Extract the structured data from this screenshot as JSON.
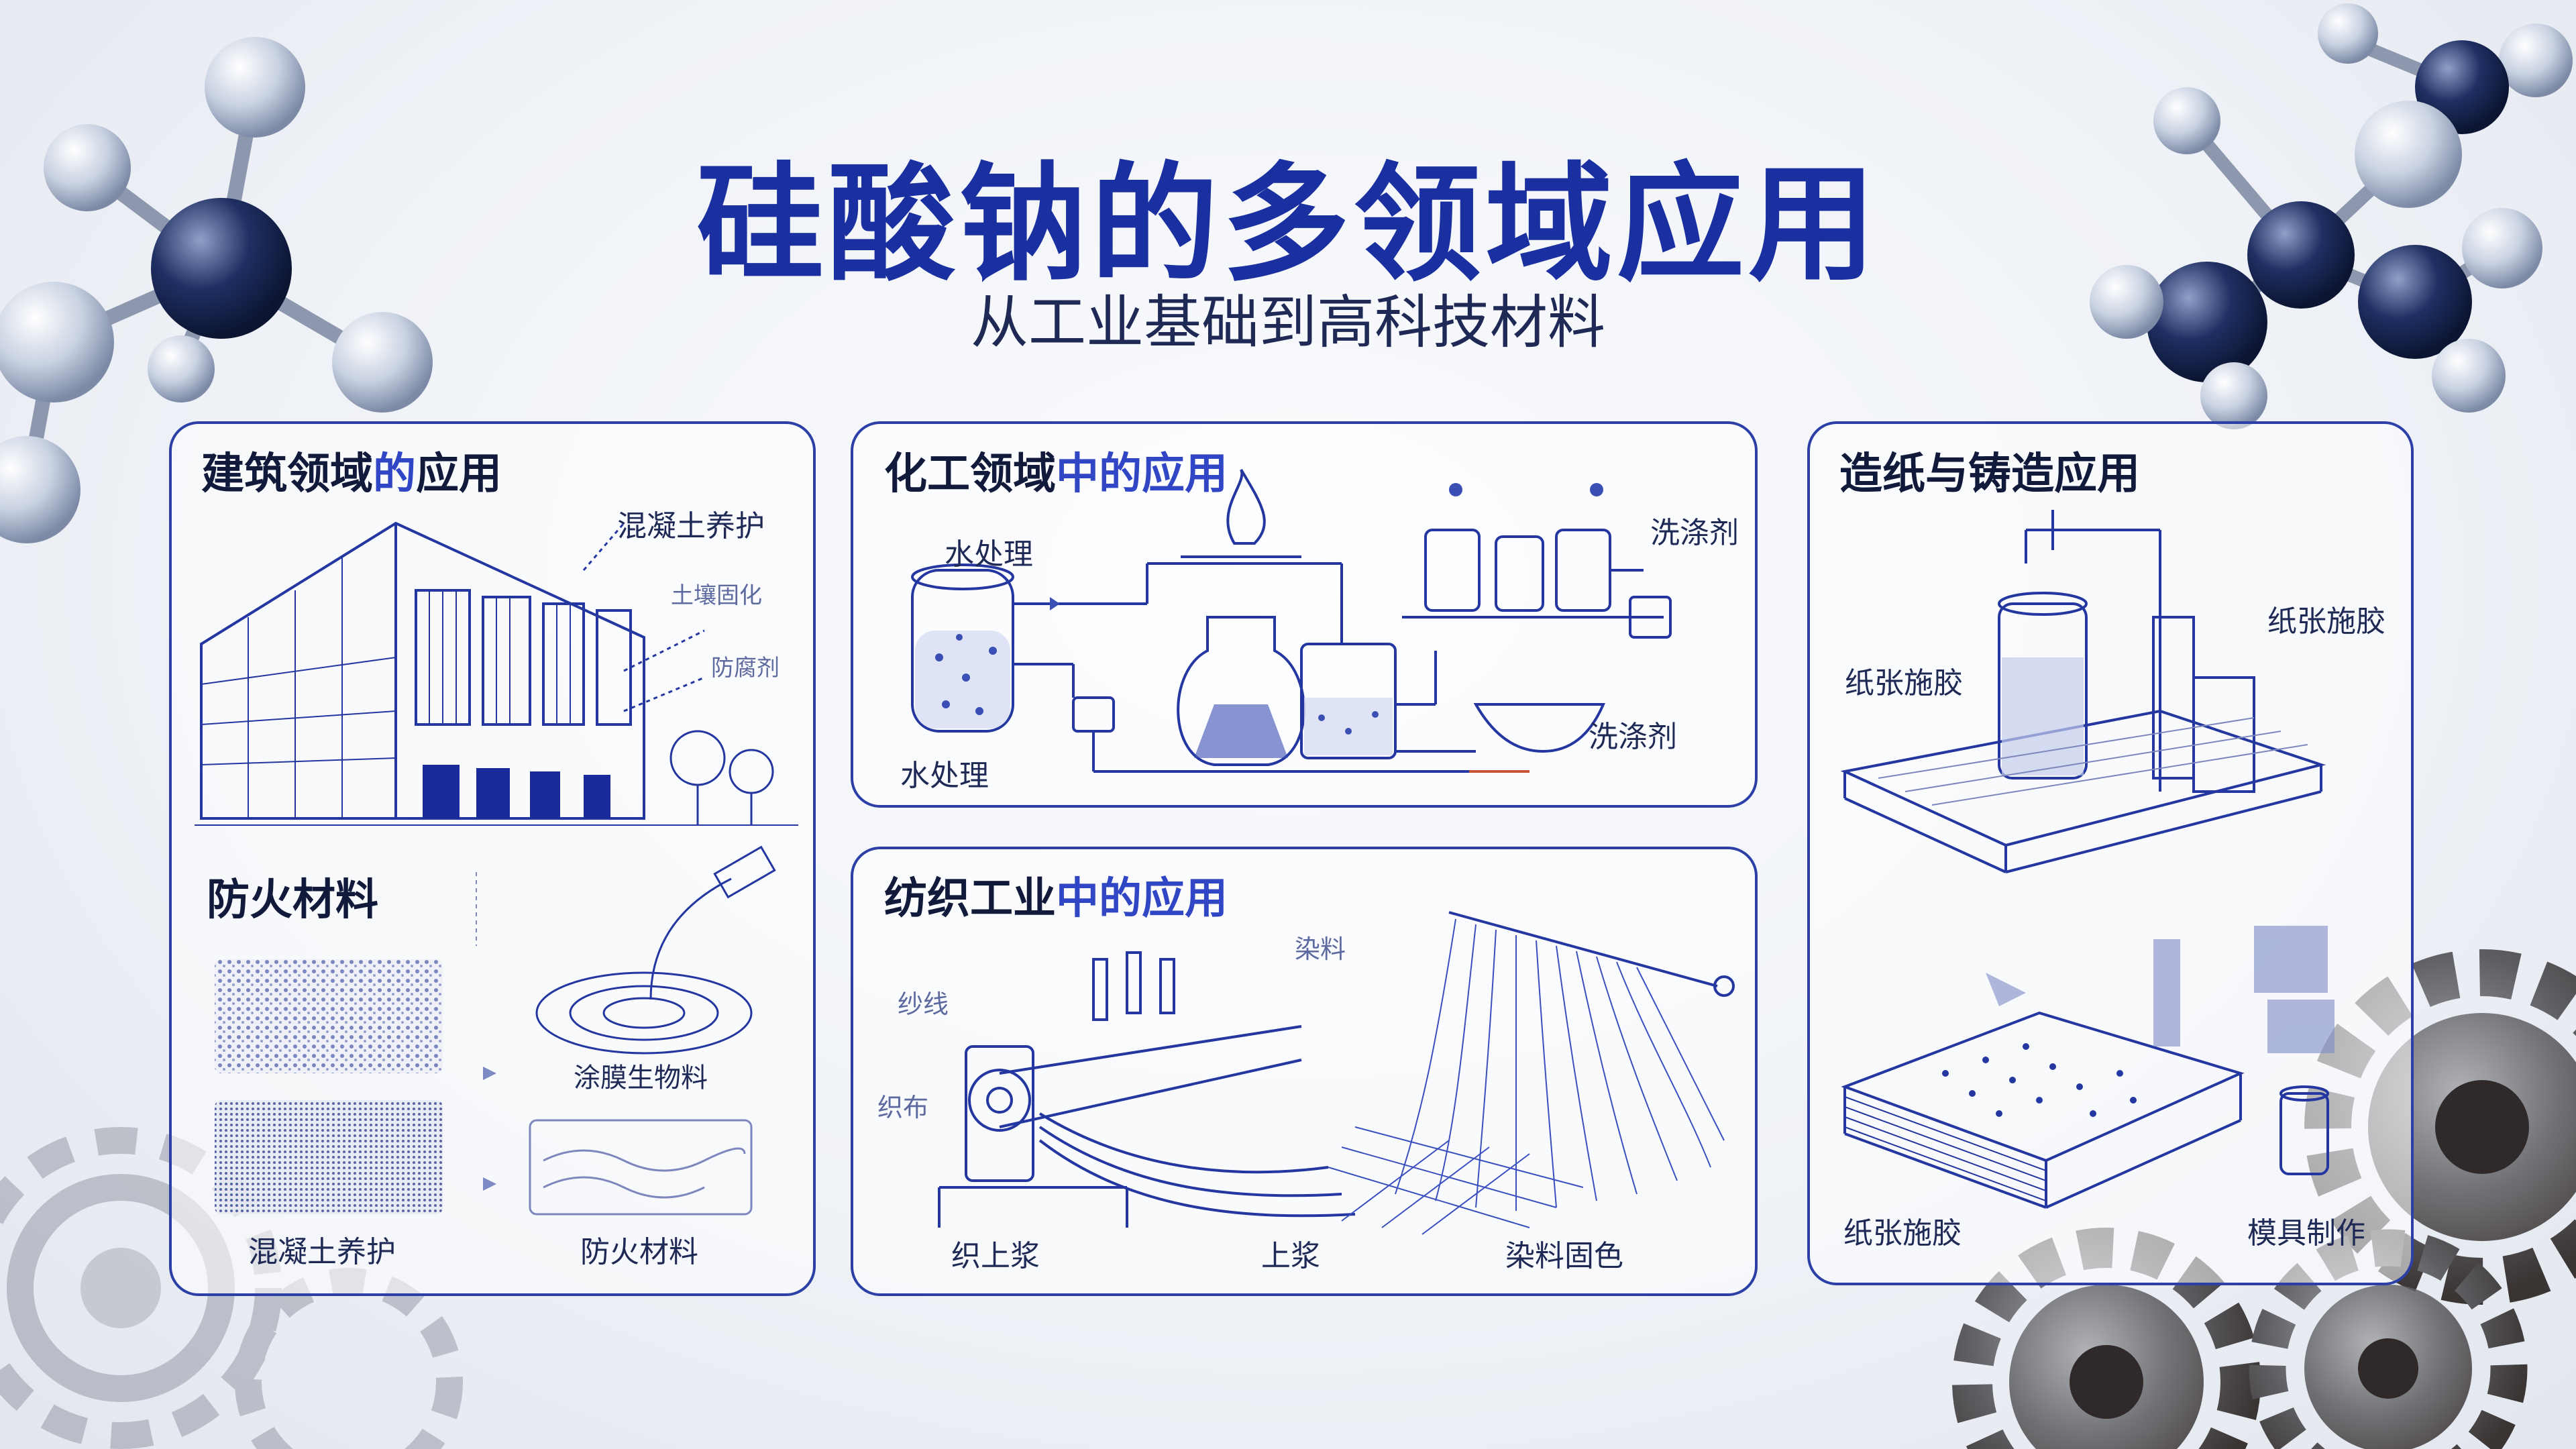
{
  "title": "硅酸钠的多领域应用",
  "subtitle": "从工业基础到高科技材料",
  "panels": {
    "construction": {
      "title_main": "建筑领域",
      "title_hl": "的",
      "title_end": "应用",
      "labels": [
        "混凝土养护",
        "土壤固化",
        "防腐剂"
      ],
      "fire_title": "防火材料",
      "fire_labels": [
        "涂膜生物料",
        "混凝土养护",
        "防火材料"
      ]
    },
    "chemical": {
      "title_main": "化工领域",
      "title_hl": "中的应用",
      "labels": [
        "水处理",
        "水处理",
        "洗涤剂",
        "洗涤剂"
      ]
    },
    "textile": {
      "title_main": "纺织工业",
      "title_hl": "中的应用",
      "labels": [
        "纱线",
        "染料",
        "织布",
        "织上浆",
        "上浆",
        "染料固色"
      ]
    },
    "paper": {
      "title": "造纸与铸造应用",
      "labels": [
        "纸张施胶",
        "纸张施胶",
        "纸张施胶",
        "模具制作"
      ]
    }
  }
}
